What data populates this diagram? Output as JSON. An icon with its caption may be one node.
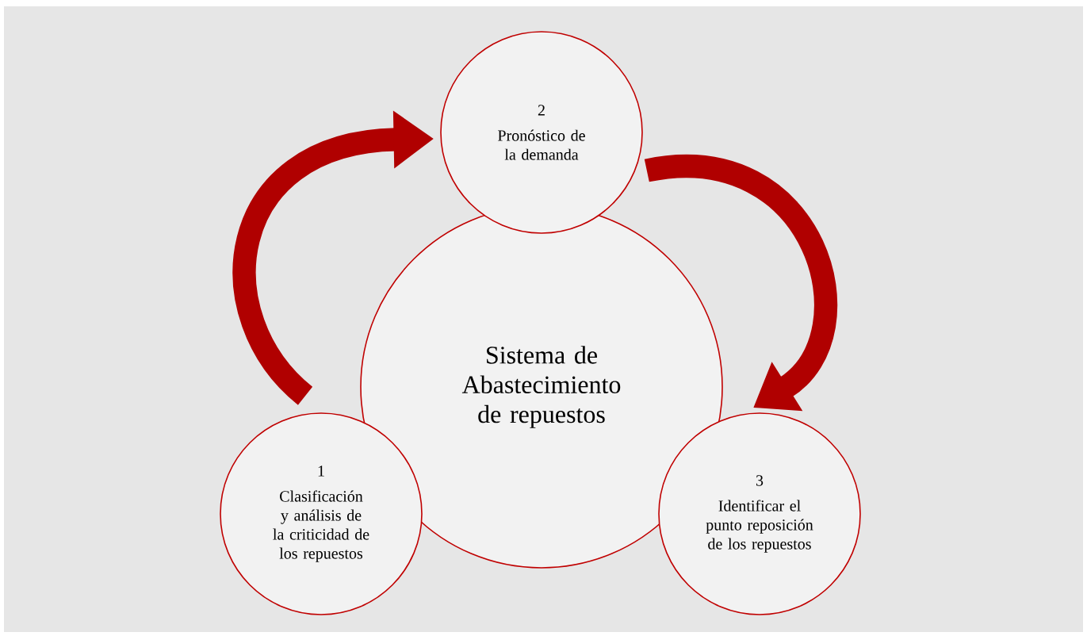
{
  "diagram": {
    "nodes": [
      {
        "text": [
          "2",
          "Pronóstico de la demanda"
        ]
      },
      {
        "text": [
          "Sistema de Abastecimiento de repuestos"
        ]
      },
      {
        "text": [
          "1",
          "Clasificación y análisis de la criticidad de los repuestos"
        ]
      },
      {
        "text": [
          "3",
          "Identificar el punto reposición de los repuestos"
        ]
      }
    ],
    "edges": [
      {
        "from": 2,
        "to": 0,
        "arrow": "to"
      },
      {
        "from": 0,
        "to": 3,
        "arrow": "to"
      }
    ]
  }
}
